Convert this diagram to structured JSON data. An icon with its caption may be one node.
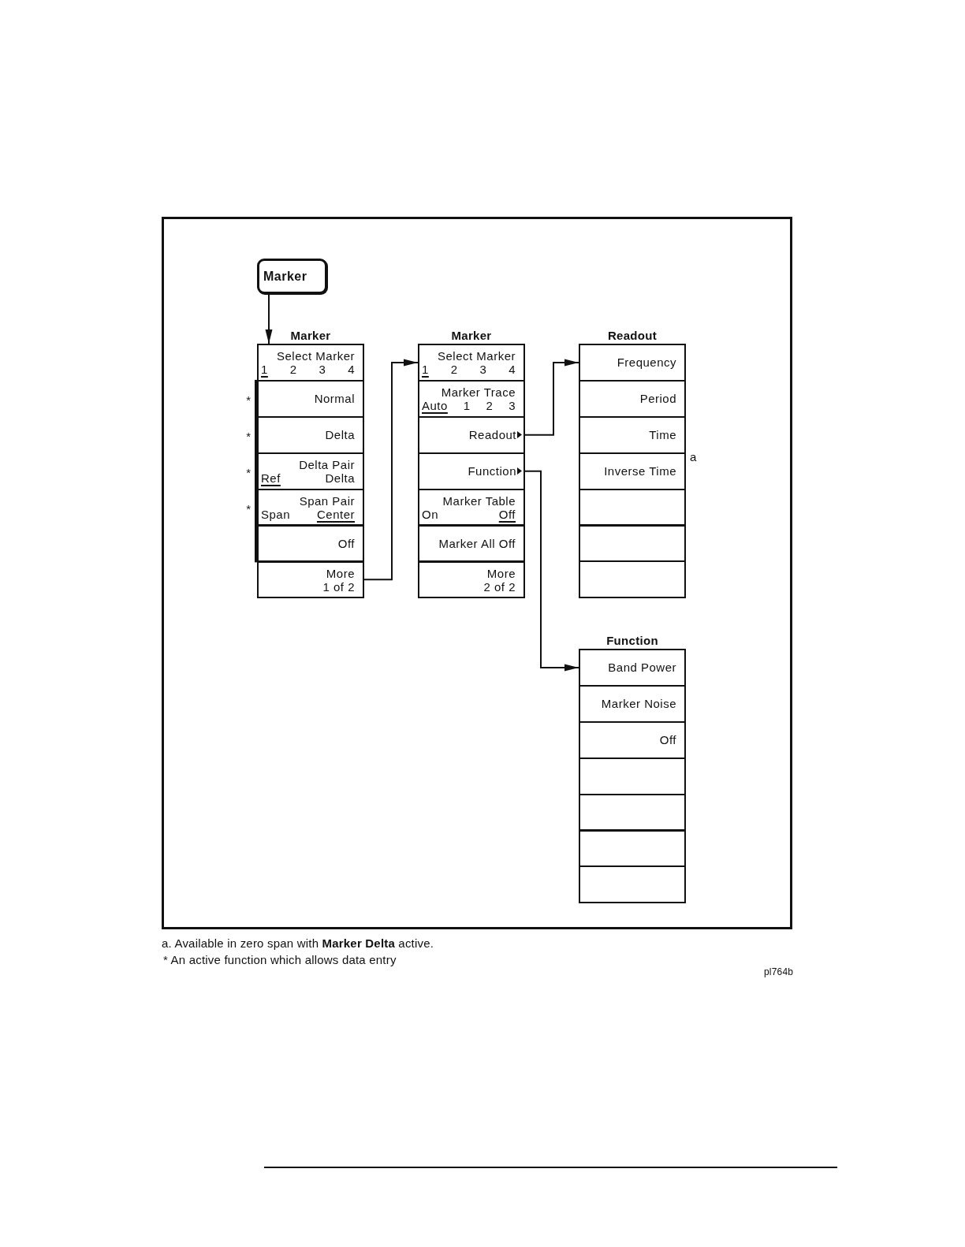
{
  "diagram": {
    "nodes": [
      {
        "text": [
          "Marker"
        ]
      },
      {
        "text": [
          "Marker"
        ]
      },
      {
        "text": [
          "Select Marker",
          "1",
          "2",
          "3",
          "4"
        ],
        "in": 1
      },
      {
        "text": [
          "Normal"
        ],
        "in": 1,
        "beside": [
          "*"
        ]
      },
      {
        "text": [
          "Delta"
        ],
        "in": 1,
        "beside": [
          "*"
        ]
      },
      {
        "text": [
          "Delta Pair",
          "Ref",
          "Delta"
        ],
        "in": 1,
        "beside": [
          "*"
        ]
      },
      {
        "text": [
          "Span Pair",
          "Span",
          "Center"
        ],
        "in": 1,
        "beside": [
          "*"
        ]
      },
      {
        "text": [
          "Off"
        ],
        "in": 1
      },
      {
        "text": [
          "More",
          "1 of 2"
        ],
        "in": 1
      },
      {
        "text": [
          "Marker"
        ]
      },
      {
        "text": [
          "Select Marker",
          "1",
          "2",
          "3",
          "4"
        ],
        "in": 9
      },
      {
        "text": [
          "Marker Trace",
          "Auto",
          "1",
          "2",
          "3"
        ],
        "in": 9
      },
      {
        "text": [
          "Readout"
        ],
        "in": 9
      },
      {
        "text": [
          "Function"
        ],
        "in": 9
      },
      {
        "text": [
          "Marker Table",
          "On",
          "Off"
        ],
        "in": 9
      },
      {
        "text": [
          "Marker All Off"
        ],
        "in": 9
      },
      {
        "text": [
          "More",
          "2 of 2"
        ],
        "in": 9
      },
      {
        "text": [
          "Readout"
        ]
      },
      {
        "text": [
          "Frequency"
        ],
        "in": 17
      },
      {
        "text": [
          "Period"
        ],
        "in": 17
      },
      {
        "text": [
          "Time"
        ],
        "in": 17
      },
      {
        "text": [
          "Inverse Time"
        ],
        "in": 17,
        "beside": [
          "a"
        ]
      },
      {
        "text": [],
        "shape": "box",
        "in": 17
      },
      {
        "text": [],
        "shape": "box",
        "in": 17
      },
      {
        "text": [],
        "shape": "box",
        "in": 17
      },
      {
        "text": [
          "Function"
        ]
      },
      {
        "text": [
          "Band Power"
        ],
        "in": 25
      },
      {
        "text": [
          "Marker Noise"
        ],
        "in": 25
      },
      {
        "text": [
          "Off"
        ],
        "in": 25
      },
      {
        "text": [],
        "shape": "box",
        "in": 25
      },
      {
        "text": [],
        "shape": "box",
        "in": 25
      },
      {
        "text": [],
        "shape": "box",
        "in": 25
      },
      {
        "text": [],
        "shape": "box",
        "in": 25
      }
    ],
    "edges": [
      {
        "from": 0,
        "to": 2,
        "arrow": "to"
      },
      {
        "from": 8,
        "to": 10,
        "arrow": "to"
      },
      {
        "from": 12,
        "to": 18,
        "arrow": "to"
      },
      {
        "from": 13,
        "to": 26,
        "arrow": "to"
      }
    ],
    "labels": [
      "a. Available in zero span with **Marker Delta** active.",
      "* An active function which allows data entry",
      "pl764b"
    ]
  }
}
